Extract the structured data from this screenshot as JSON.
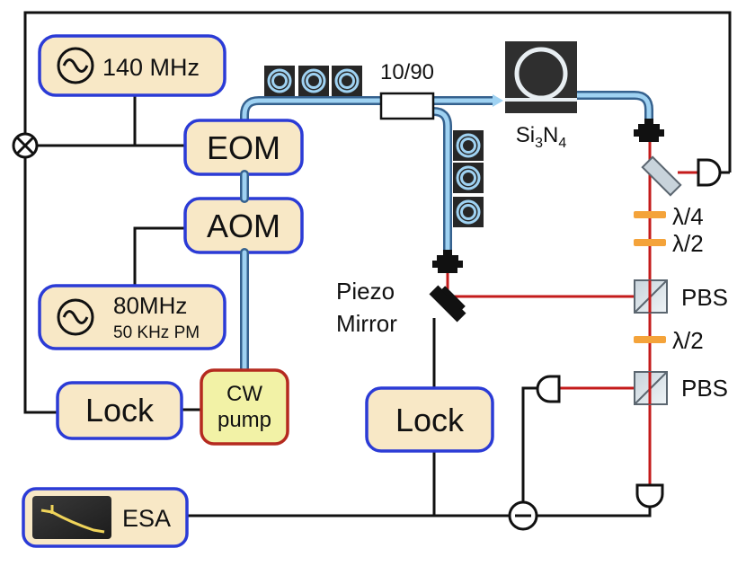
{
  "oscillators": {
    "osc140_label": "140 MHz",
    "osc80_line1": "80MHz",
    "osc80_line2": "50 KHz PM"
  },
  "modulators": {
    "eom_label": "EOM",
    "aom_label": "AOM"
  },
  "locks": {
    "lock_left_label": "Lock",
    "lock_center_label": "Lock"
  },
  "pump": {
    "line1": "CW",
    "line2": "pump"
  },
  "coupler": {
    "ratio_label": "10/90"
  },
  "resonator": {
    "material_base_si": "Si",
    "material_sub_3": "3",
    "material_base_n": "N",
    "material_sub_4": "4"
  },
  "mirror": {
    "line1": "Piezo",
    "line2": "Mirror"
  },
  "optics": {
    "quarter_wave_label": "λ/4",
    "half_wave_label_top": "λ/2",
    "half_wave_label_bottom": "λ/2",
    "pbs_label_top": "PBS",
    "pbs_label_bottom": "PBS"
  },
  "analyzer": {
    "esa_label": "ESA"
  },
  "colors": {
    "box_fill": "#f8e8c6",
    "box_stroke": "#2b3bd6",
    "pump_stroke": "#b52a1f",
    "laser": "#c41b1b",
    "fiber_outer": "#35618e",
    "fiber_inner": "#9fd2f2",
    "waveplate": "#f4a33a"
  }
}
